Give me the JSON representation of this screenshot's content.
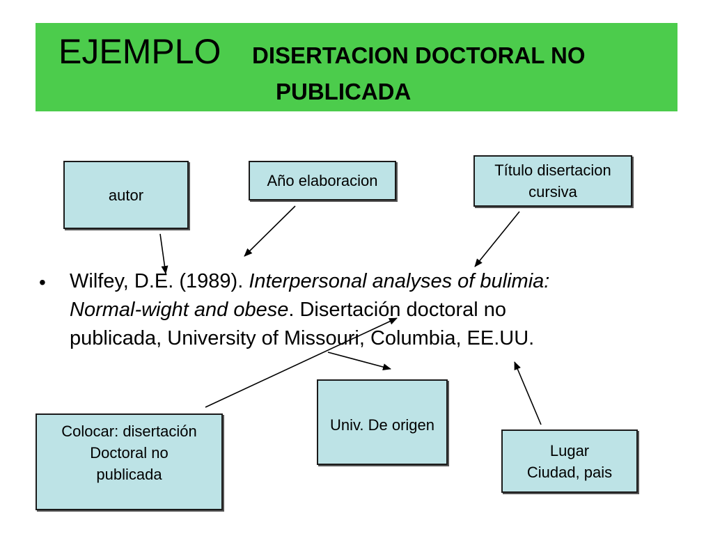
{
  "title": {
    "main": "EJEMPLO",
    "sub_line1": "DISERTACION DOCTORAL NO",
    "sub_line2": "PUBLICADA"
  },
  "boxes": {
    "autor": "autor",
    "anio": "Año elaboracion",
    "titulo": "Título disertacion\ncursiva",
    "colocar": "Colocar: disertación\nDoctoral no\npublicada",
    "univ": "Univ. De origen",
    "lugar": "Lugar\nCiudad, pais"
  },
  "bullet": "•",
  "citation": {
    "line1_plain": "Wilfey, D.E. (1989). ",
    "line1_italic": "Interpersonal analyses of bulimia:",
    "line2_italic": "Normal-wight and obese",
    "line2_plain": ". Disertación doctoral no",
    "line3_plain": "publicada, University of Missouri, Columbia, EE.UU."
  }
}
